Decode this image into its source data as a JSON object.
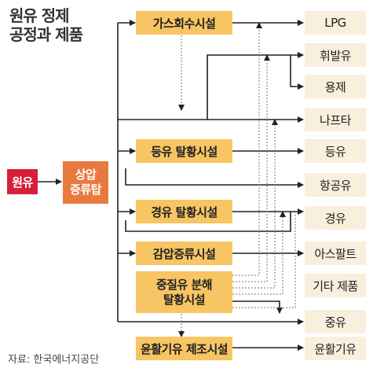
{
  "title": {
    "line1": "원유 정제",
    "line2": "공정과 제품"
  },
  "crude": "원유",
  "tower": {
    "line1": "상압",
    "line2": "증류탑"
  },
  "units": {
    "gas": "가스회수시설",
    "kerosene": "등유 탈황시설",
    "diesel": "경유 탈황시설",
    "vacuum": "감압증류시설",
    "heavy_line1": "중질유 분해",
    "heavy_line2": "탈황시설",
    "lube": "윤활기유 제조시설"
  },
  "products": {
    "lpg": "LPG",
    "gasoline": "휘발유",
    "solvent": "용제",
    "naphtha": "나프타",
    "kerosene": "등유",
    "jet": "항공유",
    "diesel": "경유",
    "asphalt": "아스팔트",
    "other": "기타 제품",
    "bunker": "중유",
    "lube": "윤활기유"
  },
  "source": "자료: 한국에너지공단"
}
